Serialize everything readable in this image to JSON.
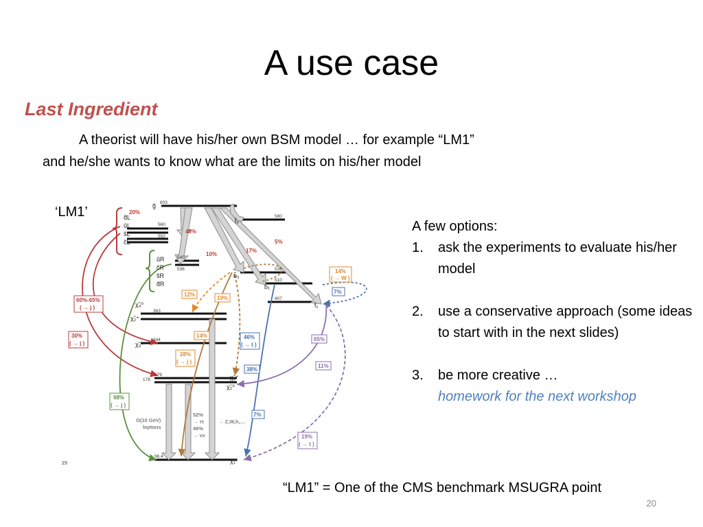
{
  "slide": {
    "title": "A use case",
    "subtitle": "Last Ingredient",
    "intro_line1": "A theorist will have his/her own BSM model … for example “LM1”",
    "intro_line2": "and he/she wants to know what are the limits on his/her model",
    "diagram_label": "‘LM1’",
    "options_header": "A few options:",
    "options": [
      {
        "num": "1.",
        "text": "ask the experiments to evaluate his/her model"
      },
      {
        "num": "2.",
        "text": "use a conservative approach (some ideas to start with in the next slides)"
      },
      {
        "num": "3.",
        "text": "be more creative …",
        "extra": "homework for the next workshop"
      }
    ],
    "footnote": "“LM1” = One of the CMS benchmark MSUGRA point",
    "page_number": "20"
  },
  "diagram": {
    "masses": {
      "gluino": "603",
      "squark_L": "560",
      "squark_L2": "552",
      "squark_R": "540",
      "squark_R2": "536",
      "stop2": "580",
      "sbottom2": "536",
      "sbottom1": "510",
      "stop1": "407",
      "chi4": "363",
      "chi3": "344",
      "chi1pm": "179",
      "chi2": "178",
      "chi1": "96.4"
    },
    "states": {
      "gluino": "g̃",
      "stop2": "t̃₂",
      "sbottom2": "b̃₂",
      "sbottom1": "b̃₁",
      "stop1": "t̃₁",
      "chi4": "χ̃₄⁰",
      "chi2pm": "χ̃₂⁺",
      "chi3": "χ̃₃⁰",
      "chi1pm": "χ̃₁⁺",
      "chi2": "χ̃₂⁰",
      "chi1": "χ̃₁⁰",
      "sq_L": [
        "d̃L",
        "ũL",
        "s̃L",
        "c̃L"
      ],
      "sq_R": [
        "ũR",
        "c̃R",
        "s̃R",
        "d̃R"
      ]
    },
    "branching": {
      "p20": "20%",
      "p48": "48%",
      "p17": "17%",
      "p10": "10%",
      "p5": "5%",
      "p12": "12%",
      "p19a": "19%",
      "p14w": "14%",
      "w": "( → W )",
      "p7a": "7%",
      "p6065": "60%-65%",
      "j1": "( → j )",
      "p30": "30%",
      "j2": "( → j )",
      "p14": "14%",
      "p28": "28%",
      "j3": "( → j )",
      "p46": "46%",
      "t1": "( → t )",
      "p65": "65%",
      "p11": "11%",
      "p38": "38%",
      "p98": "98%",
      "j4": "( → j )",
      "p7b": "7%",
      "p19": "19%",
      "t2": "( → t )"
    },
    "notes": {
      "leptons1": "O(10 GeV)",
      "leptons2": "leptons",
      "tau1": "52%",
      "tau2": "→ ττ",
      "tau3": "46%",
      "tau4": "→ νν",
      "zwh": "→ Z,W,h,…",
      "stamp": "25"
    },
    "colors": {
      "red": "#b83a3a",
      "orange": "#e08a2a",
      "blue": "#4a72b0",
      "purple": "#8a6fae",
      "green": "#5c8f3a",
      "brown": "#b07a3a"
    }
  }
}
